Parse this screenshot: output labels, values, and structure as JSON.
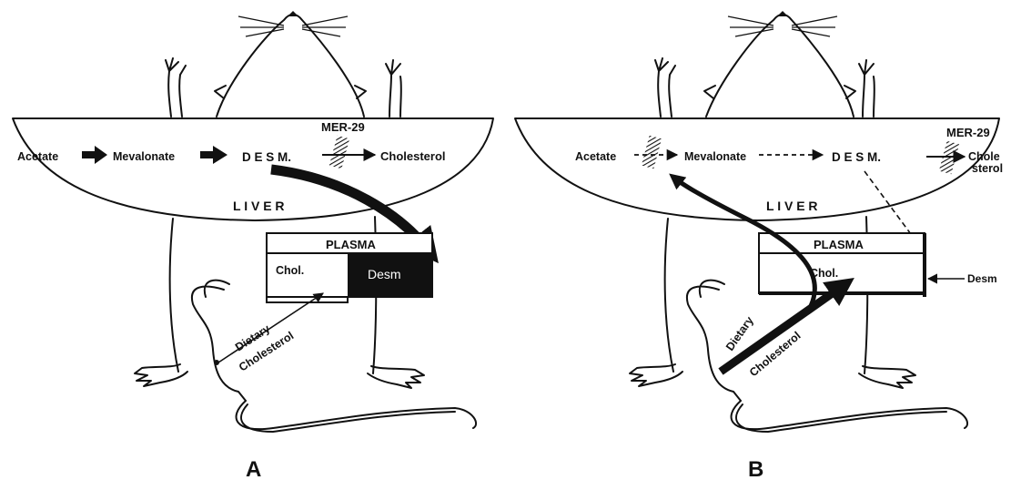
{
  "panels": [
    {
      "letter": "A",
      "acetate": "Acetate",
      "mevalonate": "Mevalonate",
      "desm_liver": "D E S M.",
      "inhibitor": "MER-29",
      "cholesterol": "Cholesterol",
      "liver": "L I V E R",
      "plasma": "PLASMA",
      "chol": "Chol.",
      "desm_plasma": "Desm",
      "dietary": "Dietary",
      "dietary_cholesterol": "Cholesterol"
    },
    {
      "letter": "B",
      "acetate": "Acetate",
      "mevalonate": "Mevalonate",
      "desm_liver": "D E S M.",
      "inhibitor": "MER-29",
      "cholesterol_1": "Chole",
      "cholesterol_2": "sterol",
      "liver": "L I V E R",
      "plasma": "PLASMA",
      "chol": "Chol.",
      "desm_plasma": "Desm",
      "dietary": "Dietary",
      "dietary_cholesterol": "Cholesterol"
    }
  ],
  "colors": {
    "ink": "#111111",
    "paper": "#ffffff"
  }
}
